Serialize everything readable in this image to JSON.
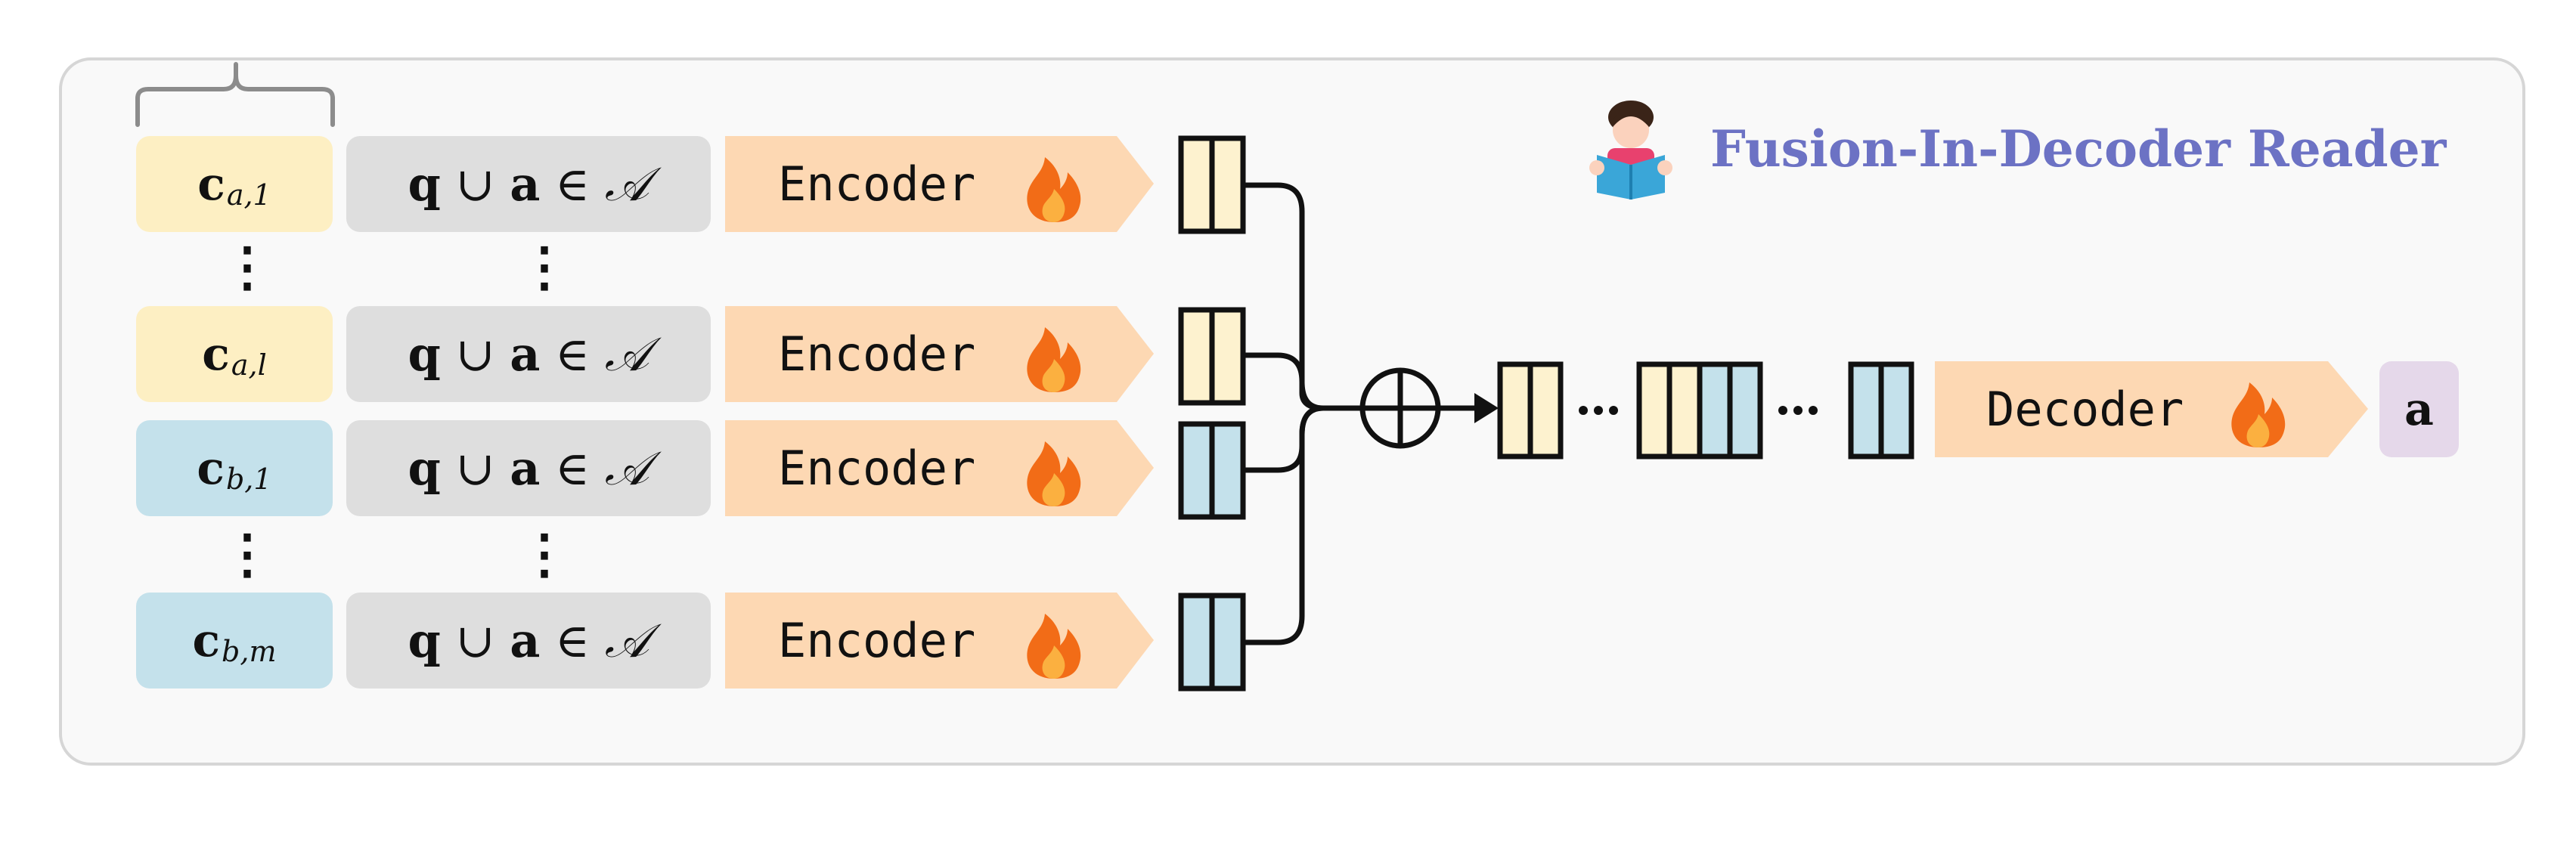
{
  "title": "Fusion-In-Decoder Reader",
  "contexts": [
    {
      "var": "c",
      "sub": "a,1"
    },
    {
      "var": "c",
      "sub": "a,l"
    },
    {
      "var": "c",
      "sub": "b,1"
    },
    {
      "var": "c",
      "sub": "b,m"
    }
  ],
  "query": {
    "q": "q",
    "op1": " ∪ ",
    "a": "a",
    "op2": " ∈ ",
    "set": "𝒜"
  },
  "encoder_label": "Encoder",
  "decoder_label": "Decoder",
  "answer_label": "a",
  "ellipsis": "⋮",
  "colors": {
    "context_a": "#fdefc3",
    "context_b": "#c4e1eb",
    "query_box": "#dedede",
    "model_box": "#fdd8b3",
    "answer_box": "#e5d8ea",
    "title": "#6c72c4",
    "flame": "#f26c17"
  },
  "icons": [
    "flame-icon",
    "reader-icon",
    "plus-circle-icon",
    "curly-brace-icon"
  ]
}
